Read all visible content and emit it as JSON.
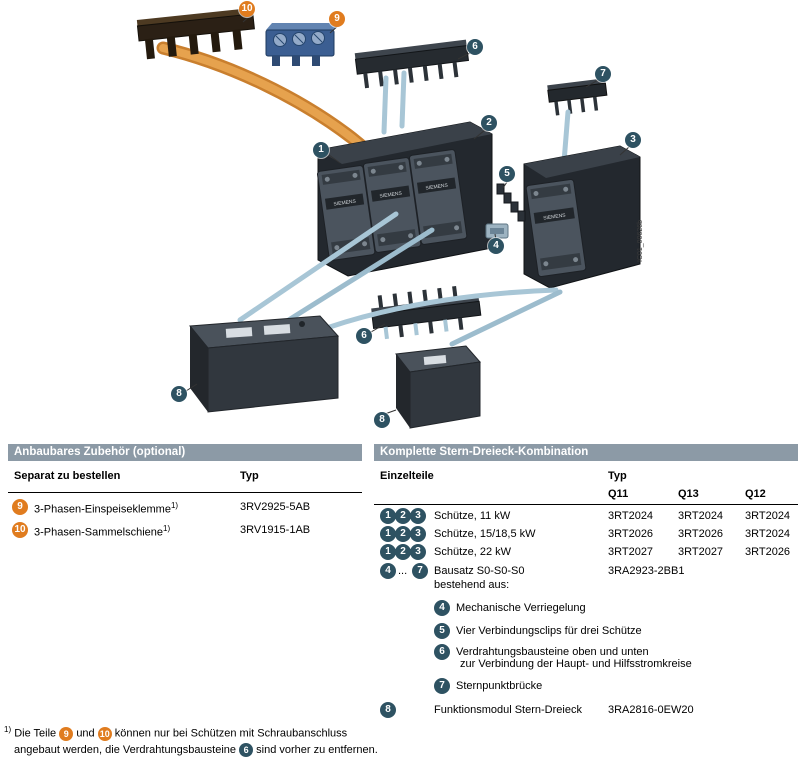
{
  "nums": {
    "1": "1",
    "2": "2",
    "3": "3",
    "4": "4",
    "5": "5",
    "6": "6",
    "7": "7",
    "8": "8",
    "9": "9",
    "10": "10"
  },
  "colors": {
    "callout": "#2e5262",
    "callout_accessory": "#e07c1f",
    "table_header_bg": "#8c9aa6",
    "busbar_orange": "#e6a24e",
    "rod_blue": "#a8c6d6"
  },
  "diagram": {
    "watermark": "IC01_00626b",
    "brand": "SIEMENS"
  },
  "left_table": {
    "header": "Anbaubares Zubehör (optional)",
    "col_order": "Separat zu bestellen",
    "col_typ": "Typ",
    "rows": [
      {
        "label": "3-Phasen-Einspeiseklemme",
        "sup": "1)",
        "typ": "3RV2925-5AB"
      },
      {
        "label": "3-Phasen-Sammelschiene",
        "sup": "1)",
        "typ": "3RV1915-1AB"
      }
    ]
  },
  "right_table": {
    "header": "Komplette Stern-Dreieck-Kombination",
    "col_parts": "Einzelteile",
    "col_typ": "Typ",
    "subcols": [
      "Q11",
      "Q13",
      "Q12"
    ],
    "rows": [
      {
        "label": "Schütze, 11 kW",
        "q11": "3RT2024",
        "q13": "3RT2024",
        "q12": "3RT2024"
      },
      {
        "label": "Schütze, 15/18,5 kW",
        "q11": "3RT2026",
        "q13": "3RT2026",
        "q12": "3RT2024"
      },
      {
        "label": "Schütze, 22 kW",
        "q11": "3RT2027",
        "q13": "3RT2027",
        "q12": "3RT2026"
      },
      {
        "label": "Bausatz S0-S0-S0",
        "label2": "bestehend aus:",
        "ellipsis": "...",
        "typ": "3RA2923-2BB1"
      },
      {
        "label": "Mechanische Verriegelung"
      },
      {
        "label": "Vier Verbindungsclips für drei Schütze"
      },
      {
        "label": "Verdrahtungsbausteine oben und unten",
        "label2": "zur Verbindung der Haupt- und Hilfsstromkreise"
      },
      {
        "label": "Sternpunktbrücke"
      },
      {
        "label": "Funktionsmodul Stern-Dreieck",
        "typ": "3RA2816-0EW20"
      }
    ]
  },
  "footnote": {
    "sup": "1)",
    "t1": "Die Teile",
    "t2": "und",
    "t3": "können nur bei Schützen mit Schraubanschluss",
    "t4": "angebaut werden, die Verdrahtungsbausteine",
    "t5": "sind vorher zu entfernen."
  }
}
